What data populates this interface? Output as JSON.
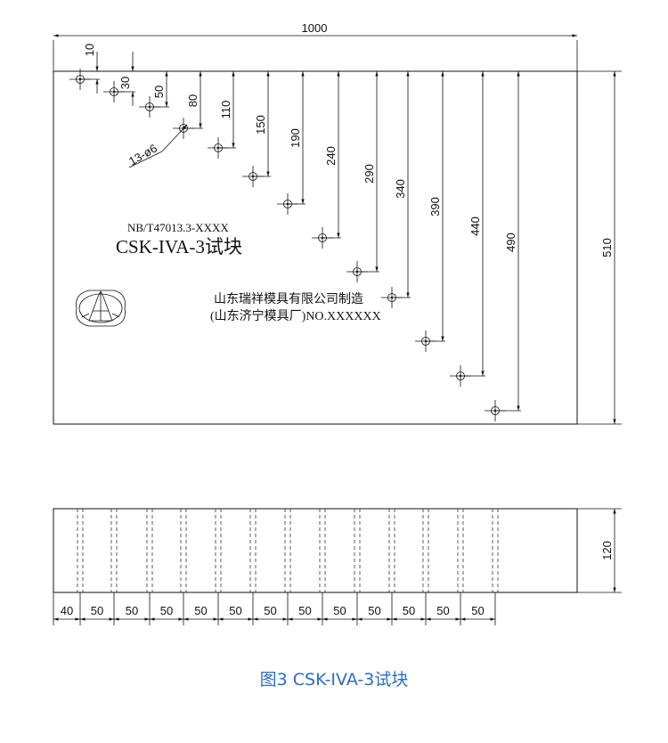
{
  "dimensions": {
    "overall_width": "1000",
    "height": "510",
    "thickness": "120",
    "hole_spec": "13-ø6",
    "holes": [
      {
        "label": "10"
      },
      {
        "label": "30"
      },
      {
        "label": "50"
      },
      {
        "label": "80"
      },
      {
        "label": "110"
      },
      {
        "label": "150"
      },
      {
        "label": "190"
      },
      {
        "label": "240"
      },
      {
        "label": "290"
      },
      {
        "label": "340"
      },
      {
        "label": "390"
      },
      {
        "label": "440"
      },
      {
        "label": "490"
      }
    ],
    "bottom_spacing": [
      "40",
      "50",
      "50",
      "50",
      "50",
      "50",
      "50",
      "50",
      "50",
      "50",
      "50",
      "50",
      "50"
    ]
  },
  "block": {
    "standard": "NB/T47013.3-XXXX",
    "name": "CSK-IVA-3试块",
    "maker": "山东瑞祥模具有限公司制造",
    "maker_detail": "(山东济宁模具厂)NO.XXXXXX"
  },
  "caption": "图3 CSK-IVA-3试块"
}
